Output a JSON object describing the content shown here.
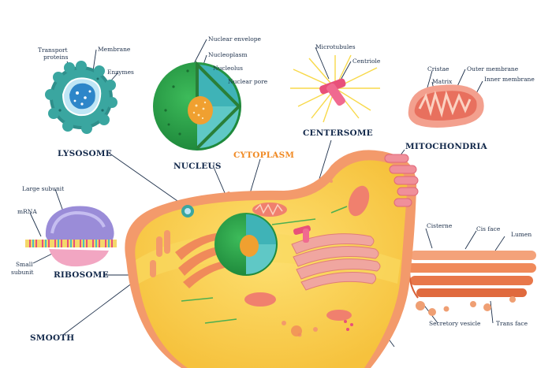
{
  "labels": {
    "lysosome": {
      "title": "LYSOSOME",
      "transport_proteins_1": "Transport",
      "transport_proteins_2": "proteins",
      "membrane": "Membrane",
      "enzymes": "Enzymes"
    },
    "nucleus": {
      "title": "NUCLEUS",
      "nuclear_envelope": "Nuclear envelope",
      "nucleoplasm": "Nucleoplasm",
      "nucleolus": "Nucleolus",
      "nuclear_pore": "Nuclear pore"
    },
    "centersome": {
      "title": "CENTERSOME",
      "microtubules": "Microtubules",
      "centriole": "Centriole"
    },
    "mitochondria": {
      "title": "MITOCHONDRIA",
      "cristae": "Cristae",
      "matrix": "Matrix",
      "outer_membrane": "Outer membrane",
      "inner_membrane": "Inner membrane"
    },
    "cytoplasm": {
      "title": "CYTOPLASM"
    },
    "ribosome": {
      "title": "RIBOSOME",
      "large_subunit": "Large subunit",
      "mrna": "mRNA",
      "small_subunit_1": "Small",
      "small_subunit_2": "subunit"
    },
    "golgi": {
      "cisterne": "Cisterne",
      "cis_face": "Cis face",
      "lumen": "Lumen",
      "secretory_vesicle": "Secretory vesicle",
      "trans_face": "Trans face"
    },
    "smooth_er_partial": "SMOOTH"
  },
  "colors": {
    "label_text": "#13294b",
    "accent_cytoplasm": "#f08a24",
    "lysosome": "#3aa6a0",
    "nucleus_outer": "#2e9e48",
    "nucleus_inner": "#4bbfc1",
    "nucleolus": "#f0a030",
    "cell_body": "#f6c23d",
    "cell_membrane": "#f39a6b",
    "mitochondria": "#ee8a78",
    "ribosome_large": "#9a8cd8",
    "ribosome_small": "#f2a6c2",
    "golgi": "#f08a5a",
    "centriole": "#e8507a"
  }
}
